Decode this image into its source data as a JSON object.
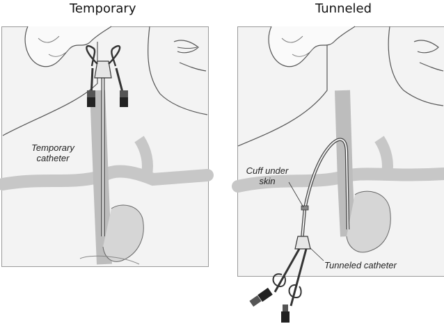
{
  "titles": {
    "left": "Temporary",
    "right": "Tunneled"
  },
  "labels": {
    "temporary_catheter_line1": "Temporary",
    "temporary_catheter_line2": "catheter",
    "cuff_line1": "Cuff under",
    "cuff_line2": "skin",
    "tunneled_catheter": "Tunneled catheter"
  }
}
